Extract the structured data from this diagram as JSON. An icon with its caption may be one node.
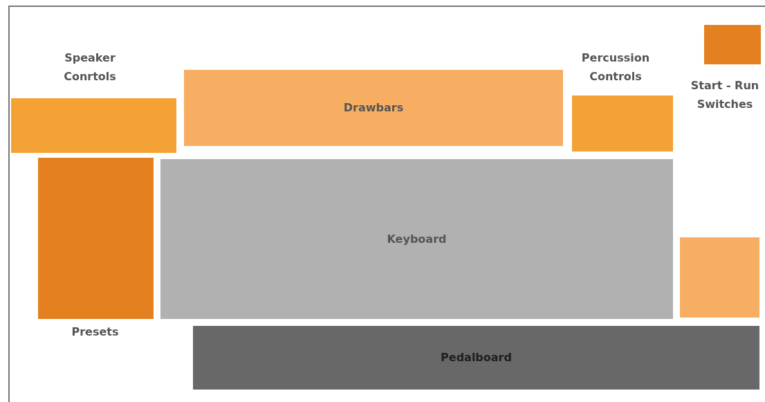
{
  "diagram": {
    "nodes": [
      {
        "text": [
          "Speaker Conrtols"
        ]
      },
      {
        "text": [
          "Drawbars"
        ]
      },
      {
        "text": [
          "Percussion Controls"
        ]
      },
      {
        "text": [
          "Start - Run Switches"
        ]
      },
      {
        "text": [
          "Presets"
        ]
      },
      {
        "text": [
          "Keyboard"
        ]
      },
      {
        "text": [],
        "shape": "box"
      },
      {
        "text": [
          "Pedalboard"
        ]
      }
    ]
  }
}
